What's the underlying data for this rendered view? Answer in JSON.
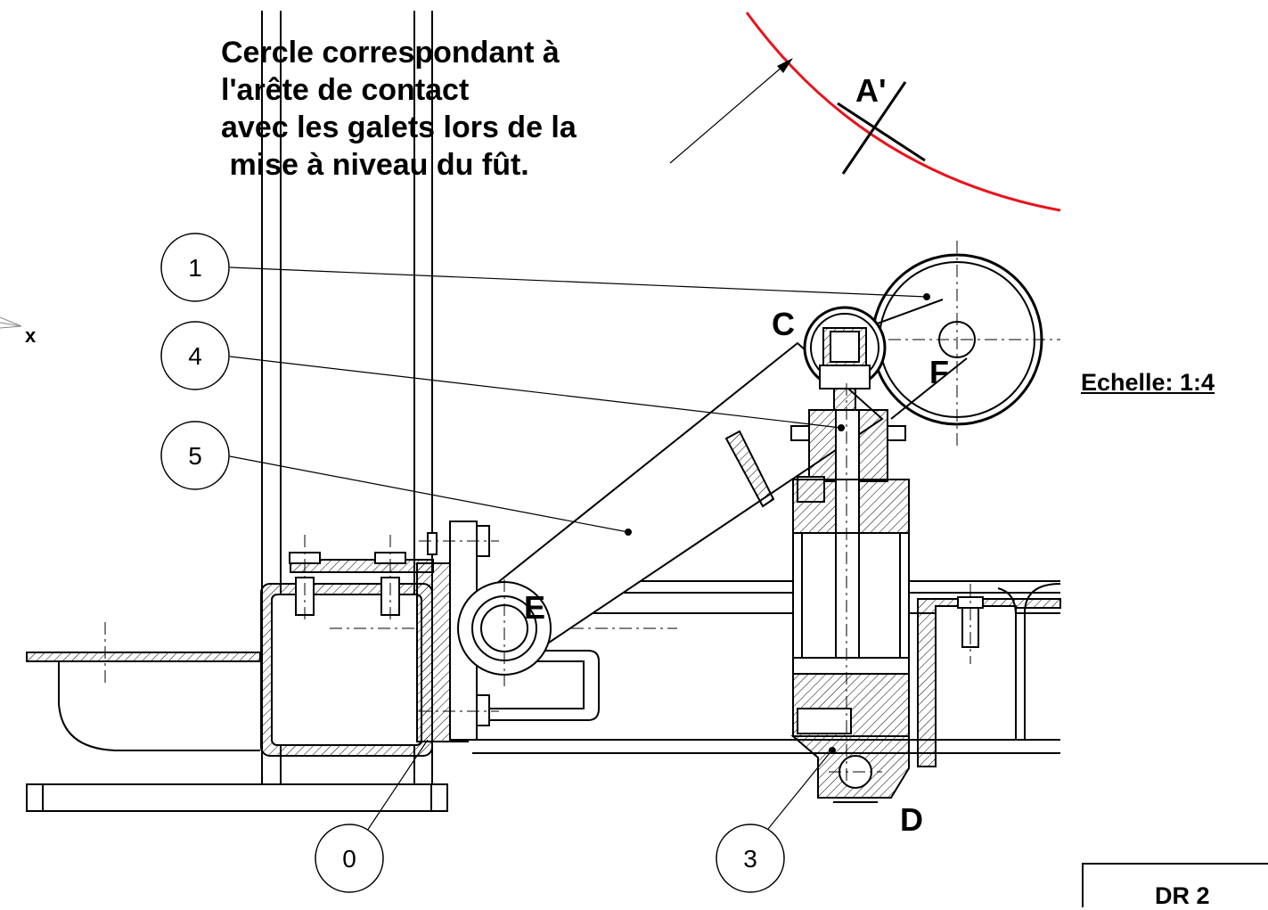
{
  "annotation": {
    "lines": [
      "Cercle correspondant à",
      "l'arête de contact",
      "avec les galets lors de la",
      " mise à niveau du fût."
    ]
  },
  "points": {
    "a_prime": "A'",
    "c": "C",
    "d": "D",
    "e": "E",
    "f": "F",
    "axis_x": "x"
  },
  "balloons": {
    "b1": "1",
    "b4": "4",
    "b5": "5",
    "b0": "0",
    "b3": "3"
  },
  "scale": "Echelle: 1:4",
  "doc_ref": "DR 2",
  "colors": {
    "contact_circle": "#e8141b",
    "line": "#000000",
    "background": "#ffffff"
  }
}
